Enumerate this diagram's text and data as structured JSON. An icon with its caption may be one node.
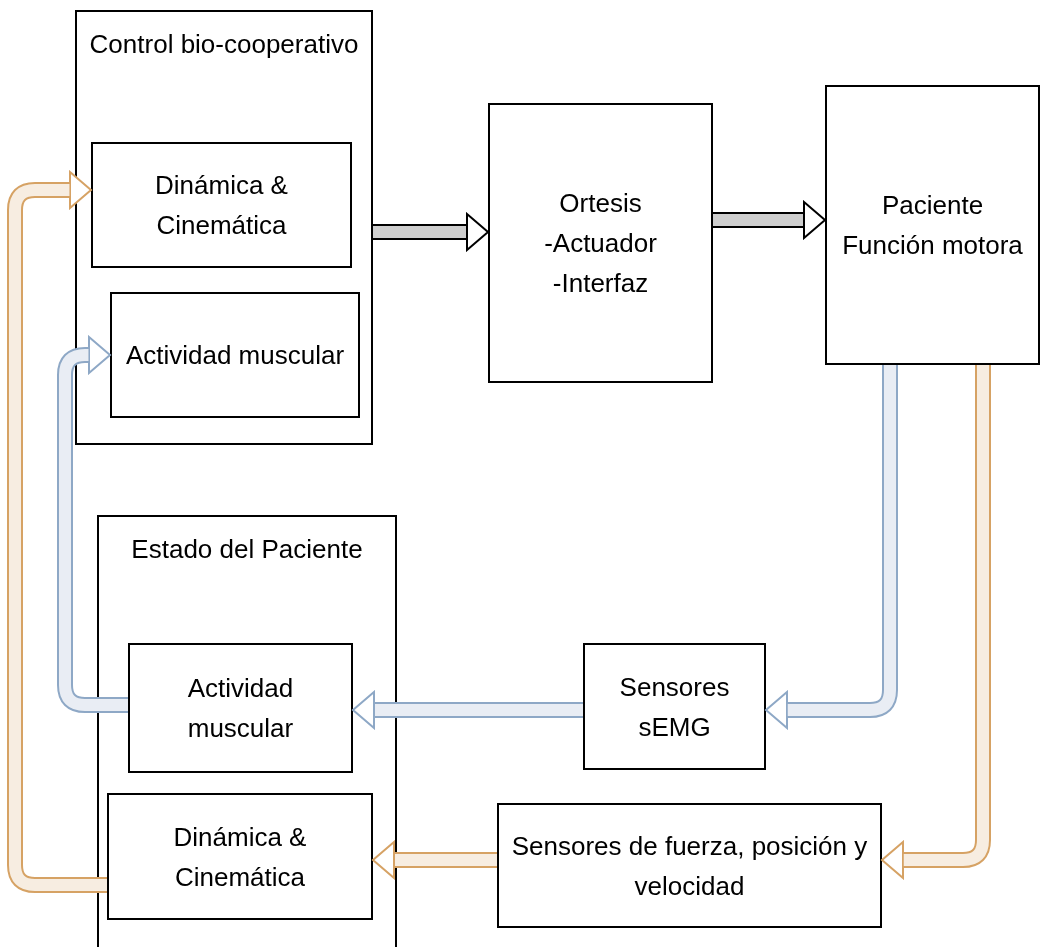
{
  "diagram": {
    "nodes": [
      {
        "text": [
          "Control bio-cooperativo"
        ]
      },
      {
        "text": [
          "Dinámica & Cinemática"
        ],
        "in": 0
      },
      {
        "text": [
          "Actividad muscular"
        ],
        "in": 0
      },
      {
        "text": [
          "Ortesis",
          "-Actuador",
          "-Interfaz"
        ]
      },
      {
        "text": [
          "Paciente",
          "Función motora"
        ]
      },
      {
        "text": [
          "Estado del Paciente"
        ]
      },
      {
        "text": [
          "Actividad muscular"
        ],
        "in": 5
      },
      {
        "text": [
          "Dinámica & Cinemática"
        ],
        "in": 5
      },
      {
        "text": [
          "Sensores sEMG"
        ]
      },
      {
        "text": [
          "Sensores de fuerza, posición y velocidad"
        ]
      }
    ],
    "edges": [
      {
        "from": 0,
        "to": 3,
        "arrow": "to",
        "color": "#000000"
      },
      {
        "from": 3,
        "to": 4,
        "arrow": "to",
        "color": "#000000"
      },
      {
        "from": 4,
        "to": 8,
        "arrow": "to",
        "color": "#8ea8c6"
      },
      {
        "from": 4,
        "to": 9,
        "arrow": "to",
        "color": "#d6a264"
      },
      {
        "from": 8,
        "to": 6,
        "arrow": "to",
        "color": "#8ea8c6"
      },
      {
        "from": 9,
        "to": 7,
        "arrow": "to",
        "color": "#d6a264"
      },
      {
        "from": 6,
        "to": 2,
        "arrow": "to",
        "color": "#8ea8c6"
      },
      {
        "from": 7,
        "to": 1,
        "arrow": "to",
        "color": "#d6a264"
      }
    ]
  }
}
